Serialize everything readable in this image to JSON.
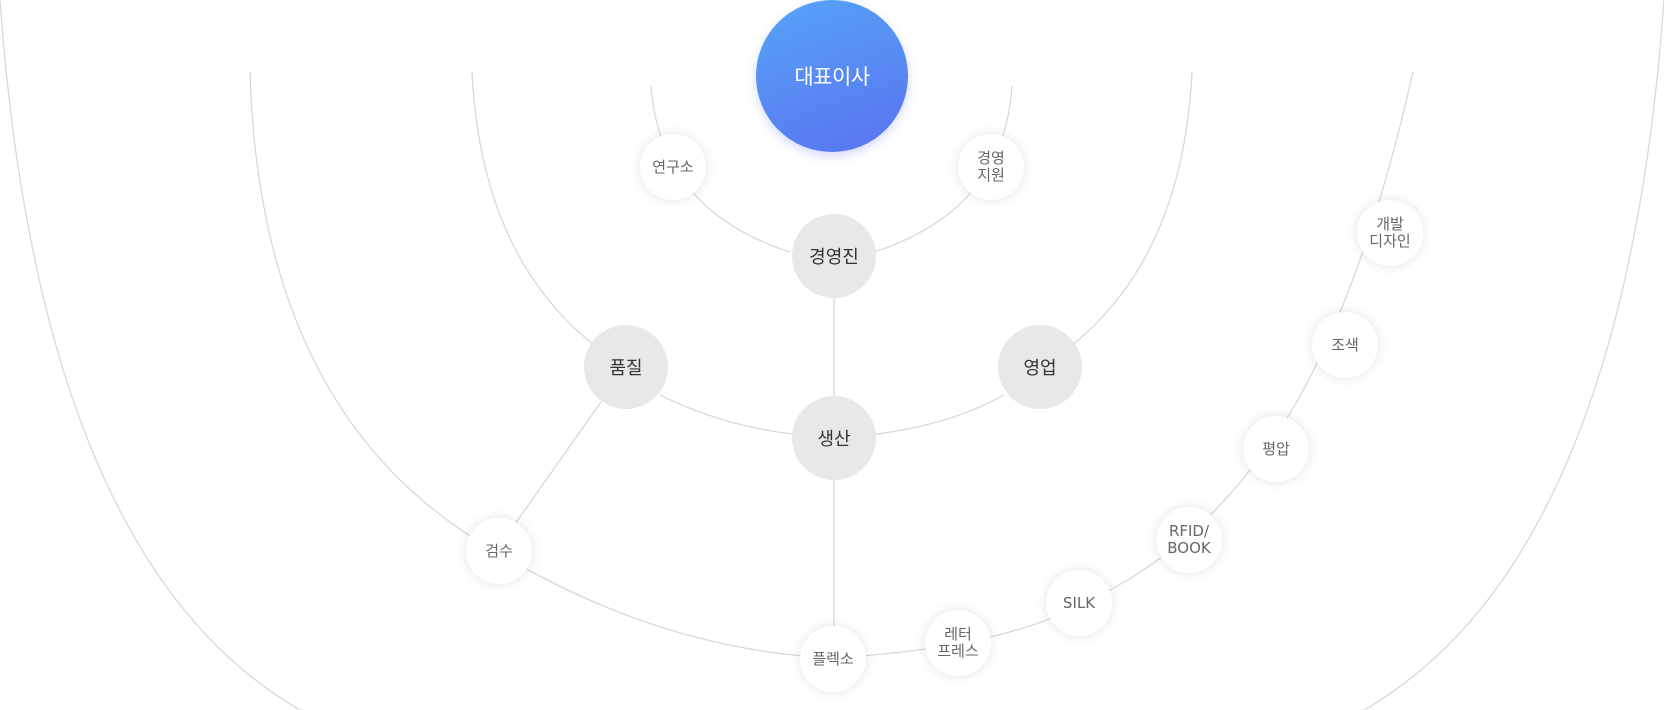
{
  "org": {
    "ceo": "대표이사",
    "executive": "경영진",
    "research": "연구소",
    "management_support": [
      "경영",
      "지원"
    ],
    "quality": "품질",
    "sales": "영업",
    "production": "생산",
    "inspection": "검수",
    "flexo": "플렉소",
    "letterpress": [
      "레터",
      "프레스"
    ],
    "silk": "SILK",
    "rfid_book": [
      "RFID/",
      "BOOK"
    ],
    "flatbed": "평압",
    "color_matching": "조색",
    "dev_design": [
      "개발",
      "디자인"
    ]
  },
  "colors": {
    "ceo_gradient_start": "#56a4f7",
    "ceo_gradient_end": "#5a72f0",
    "dept_fill": "#e8e8e8",
    "team_fill": "#ffffff",
    "line": "#d6d6d6"
  }
}
